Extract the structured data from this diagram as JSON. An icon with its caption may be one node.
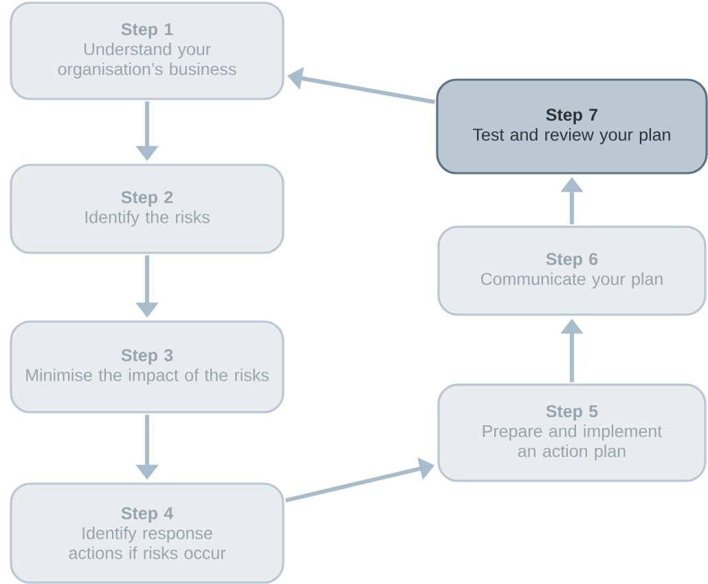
{
  "diagram": {
    "nodes": [
      {
        "text": [
          "Step 1",
          "Understand your organisation’s business"
        ]
      },
      {
        "text": [
          "Step 2",
          "Identify the risks"
        ]
      },
      {
        "text": [
          "Step 3",
          "Minimise the impact of the risks"
        ]
      },
      {
        "text": [
          "Step 4",
          "Identify response actions if risks occur"
        ]
      },
      {
        "text": [
          "Step 5",
          "Prepare and implement an action plan"
        ]
      },
      {
        "text": [
          "Step 6",
          "Communicate your plan"
        ]
      },
      {
        "text": [
          "Step 7",
          "Test and review your plan"
        ]
      }
    ],
    "edges": [
      {
        "from": 0,
        "to": 1,
        "arrow": "to"
      },
      {
        "from": 1,
        "to": 2,
        "arrow": "to"
      },
      {
        "from": 2,
        "to": 3,
        "arrow": "to"
      },
      {
        "from": 3,
        "to": 4,
        "arrow": "to"
      },
      {
        "from": 4,
        "to": 5,
        "arrow": "to"
      },
      {
        "from": 5,
        "to": 6,
        "arrow": "to"
      },
      {
        "from": 6,
        "to": 0,
        "arrow": "to"
      }
    ]
  }
}
